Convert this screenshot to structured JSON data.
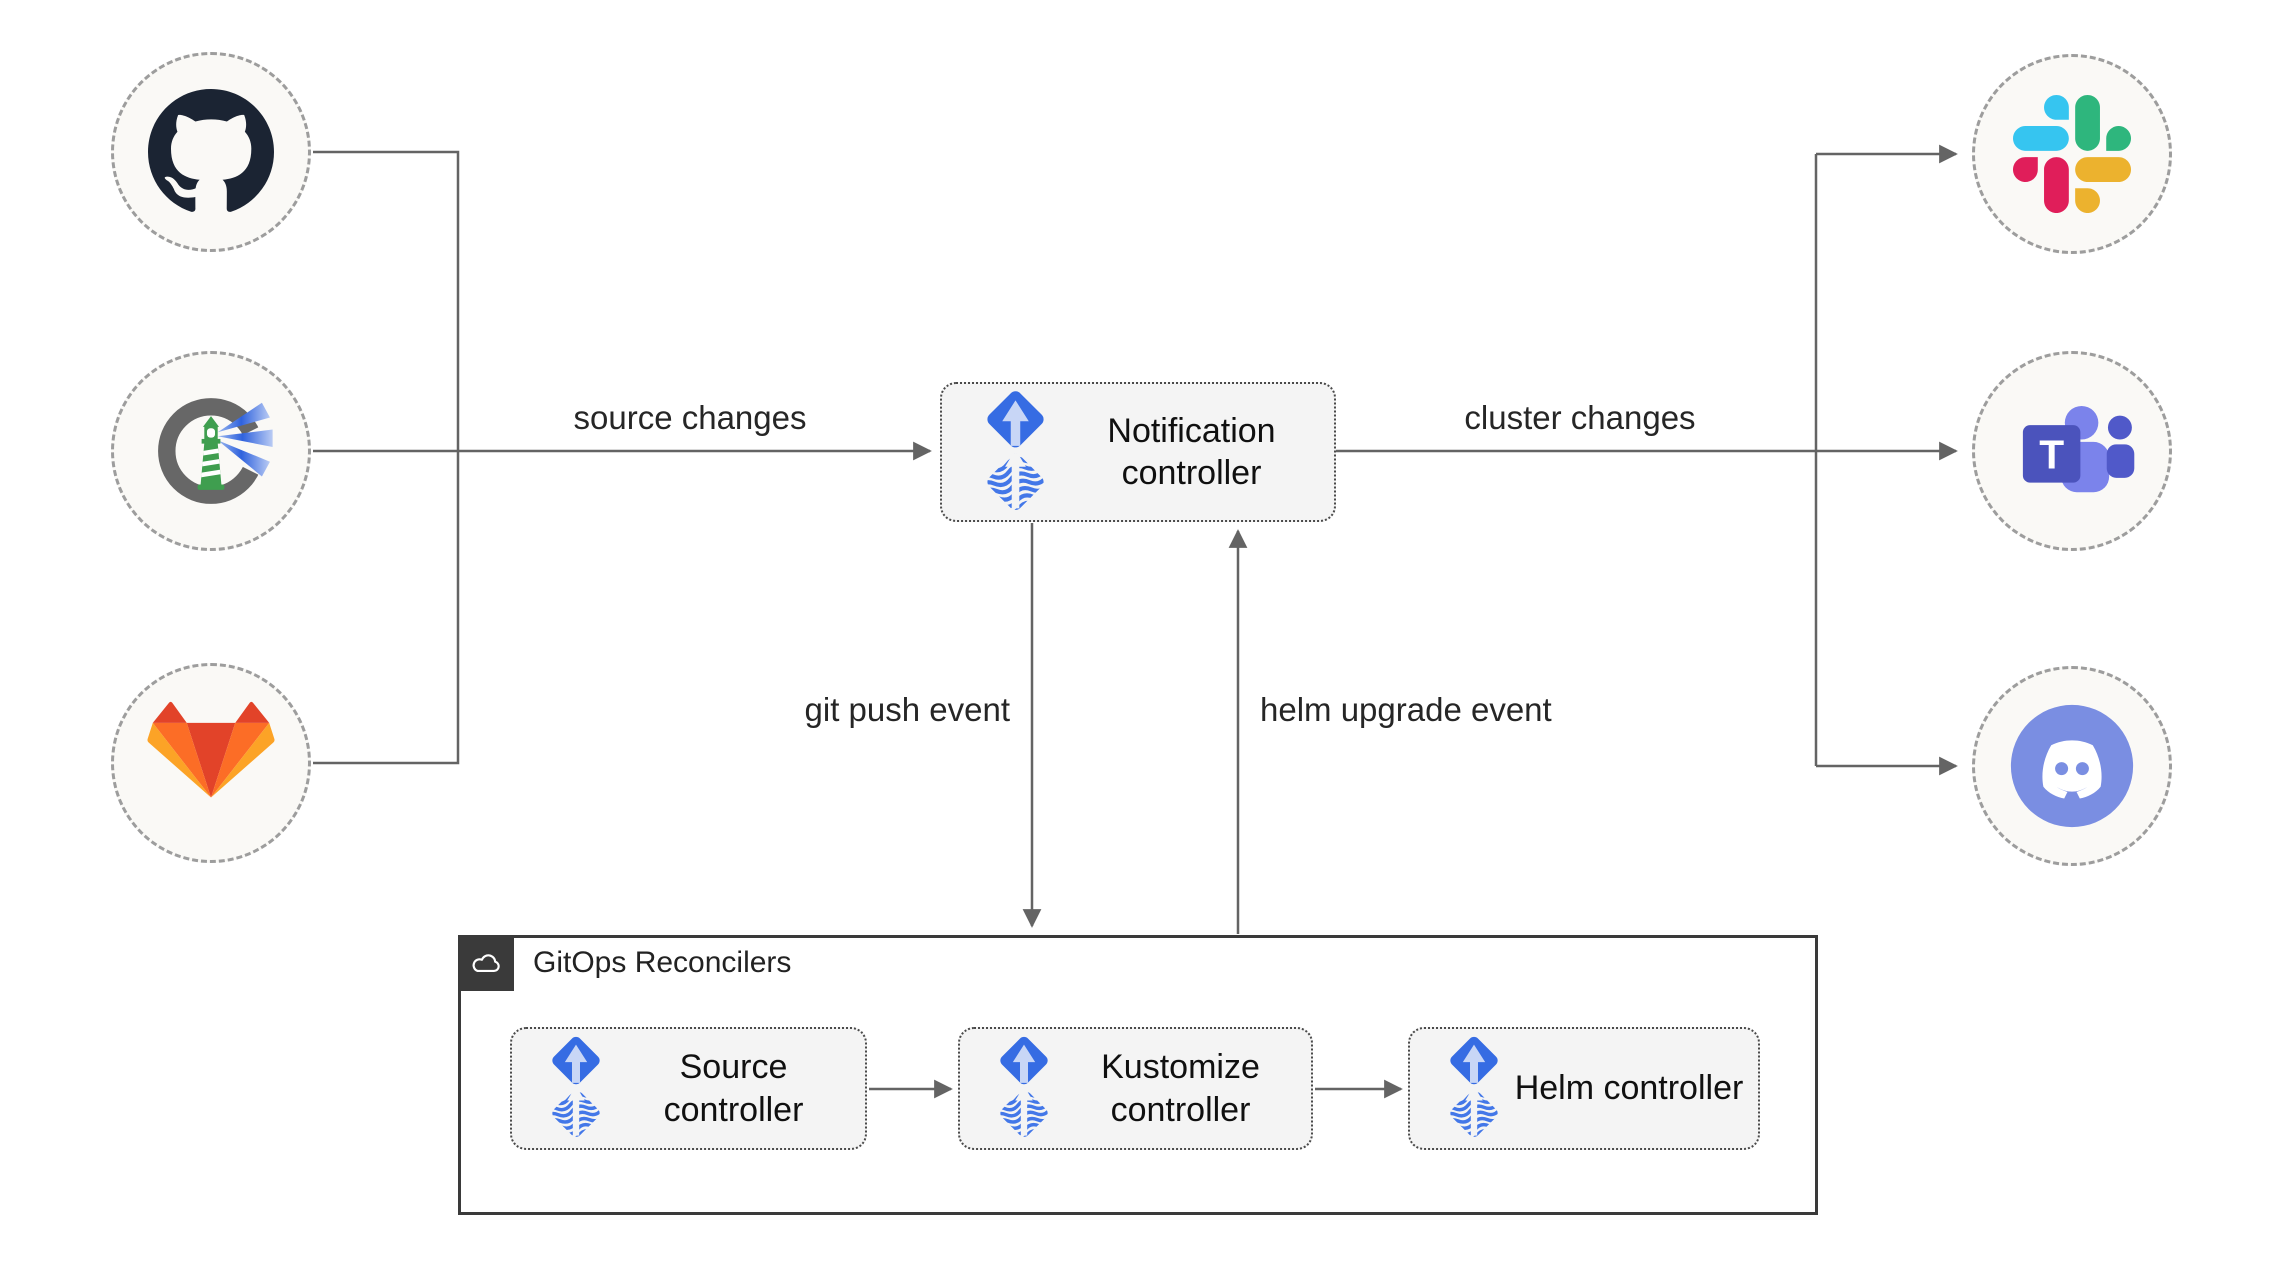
{
  "edge_labels": {
    "source_changes": "source changes",
    "cluster_changes": "cluster changes",
    "git_push_event": "git push event",
    "helm_upgrade_event": "helm upgrade event"
  },
  "nodes": {
    "notification": {
      "label": "Notification controller",
      "icon": "flux-icon"
    },
    "source": {
      "label": "Source controller",
      "icon": "flux-icon"
    },
    "kustomize": {
      "label": "Kustomize controller",
      "icon": "flux-icon"
    },
    "helm": {
      "label": "Helm controller",
      "icon": "flux-icon"
    }
  },
  "group": {
    "label": "GitOps Reconcilers",
    "icon": "cloud-icon"
  },
  "sources": [
    {
      "icon": "github-icon"
    },
    {
      "icon": "harbor-icon"
    },
    {
      "icon": "gitlab-icon"
    }
  ],
  "targets": [
    {
      "icon": "slack-icon"
    },
    {
      "icon": "teams-icon"
    },
    {
      "icon": "discord-icon"
    }
  ],
  "teams_letter": "T",
  "colors": {
    "flux_blue": "#366CE3",
    "flux_light_arrow": "#C8D6F6",
    "flux_wave_blue": "#4377E8",
    "connector_gray": "#646464",
    "node_bg": "#F4F4F4",
    "node_border": "#4A4A4A",
    "circle_bg": "#FAF9F6",
    "circle_border": "#9D9D9D",
    "group_border": "#3A3A3A",
    "github_dark": "#1B2433",
    "harbor_gray": "#676767",
    "harbor_green": "#3F9E4F",
    "gitlab_red": "#E24329",
    "gitlab_orange": "#FC6D26",
    "gitlab_amber": "#FCA326",
    "slack_blue": "#36C5F0",
    "slack_green": "#2EB67D",
    "slack_yellow": "#ECB22E",
    "slack_pink": "#E01E5A",
    "teams_purple": "#4B53BC",
    "teams_light_purple": "#7B83EB",
    "teams_mid_purple": "#5059C9",
    "discord_blurple": "#7A8EE2"
  }
}
